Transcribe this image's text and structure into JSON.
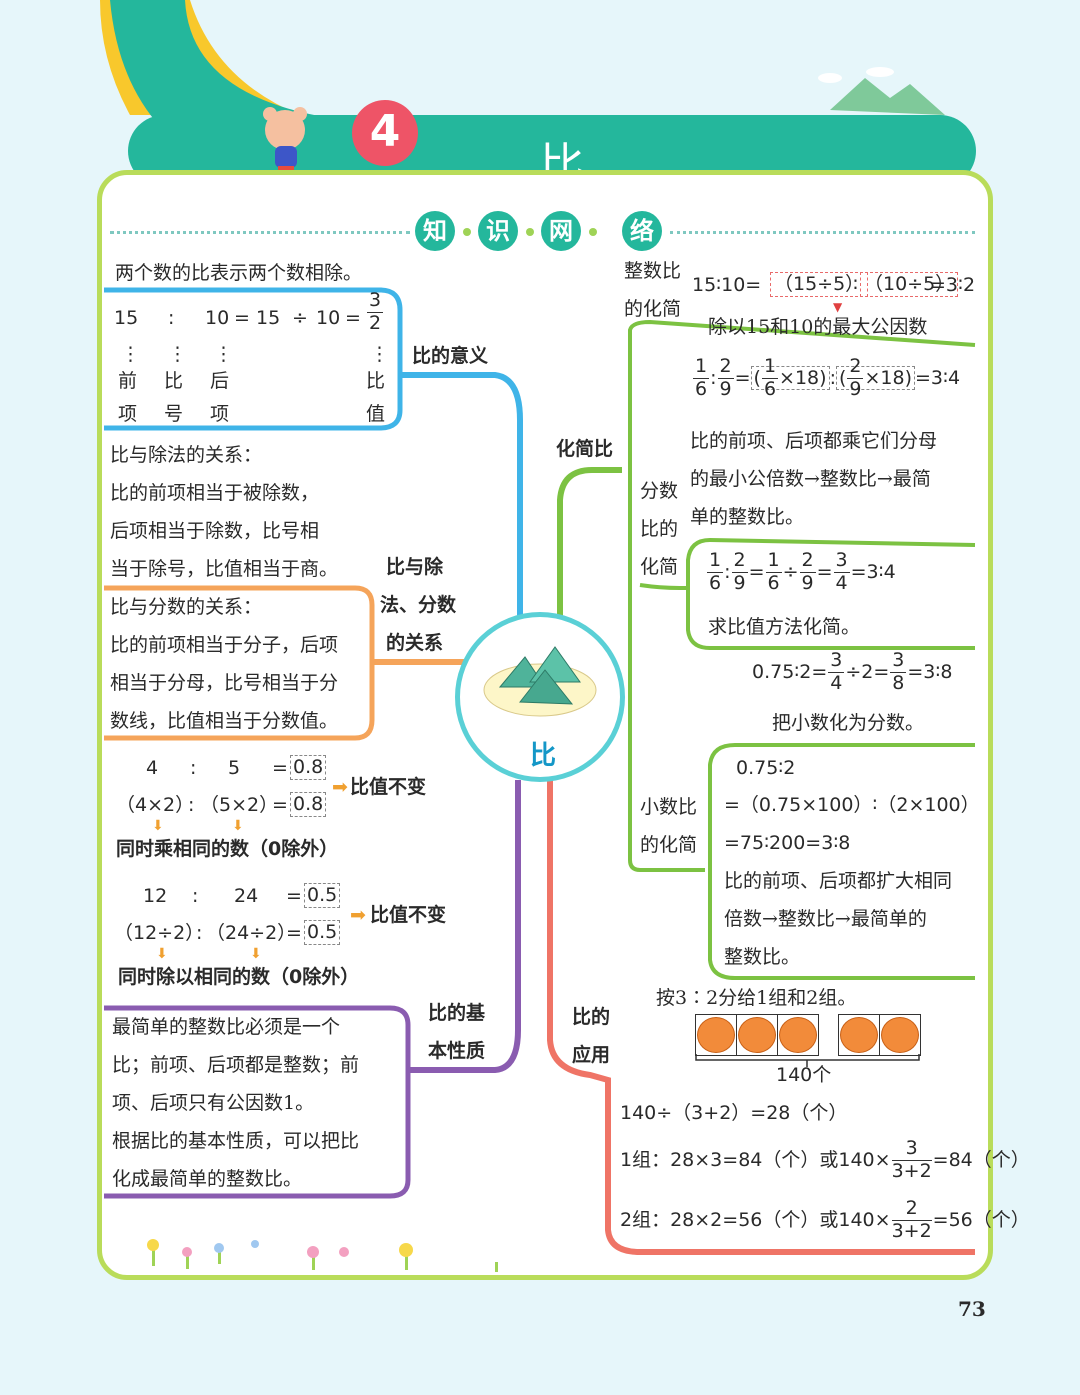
{
  "header": {
    "unit_number": "4",
    "chapter_title": "比",
    "section_chars": [
      "知",
      "识",
      "网",
      "络"
    ]
  },
  "center": {
    "label": "比"
  },
  "left": {
    "meaning": {
      "intro": "两个数的比表示两个数相除。",
      "eq_15": "15",
      "eq_colon": ":",
      "eq_10a": "10",
      "eq_eq1": "=",
      "eq_15b": "15",
      "eq_div": "÷",
      "eq_10b": "10",
      "eq_eq2": "=",
      "frac_num": "3",
      "frac_den": "2",
      "dots": "⋮",
      "lab_qian": [
        "前",
        "项"
      ],
      "lab_bi": [
        "比",
        "号"
      ],
      "lab_hou": [
        "后",
        "项"
      ],
      "lab_zhi": [
        "比",
        "值"
      ],
      "branch": "比的意义"
    },
    "relation": {
      "div_lines": [
        "比与除法的关系：",
        "比的前项相当于被除数，",
        "后项相当于除数，比号相",
        "当于除号，比值相当于商。"
      ],
      "frac_lines": [
        "比与分数的关系：",
        "比的前项相当于分子，后项",
        "相当于分母，比号相当于分",
        "数线，比值相当于分数值。"
      ],
      "branch": [
        "比与除",
        "法、分数",
        "的关系"
      ]
    },
    "property": {
      "ex1_row1": [
        "4",
        ":",
        "5",
        "=",
        "0.8"
      ],
      "ex1_row2": [
        "（4×2）",
        ":",
        "（5×2）",
        "=",
        "0.8"
      ],
      "ex1_note": "比值不变",
      "ex1_rule": "同时乘相同的数（0除外）",
      "ex2_row1": [
        "12",
        ":",
        "24",
        "=",
        "0.5"
      ],
      "ex2_row2": [
        "（12÷2）",
        ":",
        "（24÷2）",
        "=",
        "0.5"
      ],
      "ex2_note": "比值不变",
      "ex2_rule": "同时除以相同的数（0除外）",
      "lines": [
        "最简单的整数比必须是一个",
        "比；前项、后项都是整数；前",
        "项、后项只有公因数1。",
        "根据比的基本性质，可以把比",
        "化成最简单的整数比。"
      ],
      "branch": [
        "比的基",
        "本性质"
      ]
    }
  },
  "right": {
    "simplify": {
      "branch": "化简比",
      "int": {
        "label": [
          "整数比",
          "的化简"
        ],
        "eq_a": "15∶10=",
        "eq_b": "（15÷5）",
        "eq_c": "∶",
        "eq_d": "（10÷5）",
        "eq_e": "=3∶2",
        "note": "除以15和10的最大公因数"
      },
      "frac": {
        "label": [
          "分数",
          "比的",
          "化简"
        ],
        "e1_n1": "1",
        "e1_d1": "6",
        "e1_n2": "2",
        "e1_d2": "9",
        "e1_n3": "1",
        "e1_d3": "6",
        "e1_m1": "×18",
        "e1_n4": "2",
        "e1_d4": "9",
        "e1_m2": "×18",
        "e1_res": "=3∶4",
        "lines": [
          "比的前项、后项都乘它们分母",
          "的最小公倍数→整数比→最简",
          "单的整数比。"
        ],
        "e2_n1": "1",
        "e2_d1": "6",
        "e2_n2": "2",
        "e2_d2": "9",
        "e2_n3": "1",
        "e2_d3": "6",
        "e2_n4": "2",
        "e2_d4": "9",
        "e2_n5": "3",
        "e2_d5": "4",
        "e2_res": "=3∶4",
        "note2": "求比值方法化简。"
      },
      "dec": {
        "label": [
          "小数比",
          "的化简"
        ],
        "e0_a": "0.75∶2=",
        "e0_n1": "3",
        "e0_d1": "4",
        "e0_b": "÷2=",
        "e0_n2": "3",
        "e0_d2": "8",
        "e0_c": "=3∶8",
        "e0_note": "把小数化为分数。",
        "lines": [
          "0.75∶2",
          "=（0.75×100）∶（2×100）",
          "=75∶200=3∶8",
          "比的前项、后项都扩大相同",
          "倍数→整数比→最简单的",
          "整数比。"
        ]
      }
    },
    "application": {
      "branch": [
        "比的",
        "应用"
      ],
      "problem": "按3∶2分给1组和2组。",
      "total": "140个",
      "line1": "140÷（3+2）=28（个）",
      "line2_a": "1组：28×3=84（个）或140×",
      "line2_n": "3",
      "line2_d": "3+2",
      "line2_b": "=84（个）",
      "line3_a": "2组：28×2=56（个）或140×",
      "line3_n": "2",
      "line3_d": "3+2",
      "line3_b": "=56（个）"
    }
  },
  "page_number": "73",
  "colors": {
    "teal": "#24b79c",
    "green_border": "#b9dc5a",
    "blue": "#3fb4e8",
    "orange": "#f5a45a",
    "purple": "#8a5cb0",
    "green": "#7cc242",
    "red": "#ef7466",
    "number_circle": "#ee5467"
  }
}
